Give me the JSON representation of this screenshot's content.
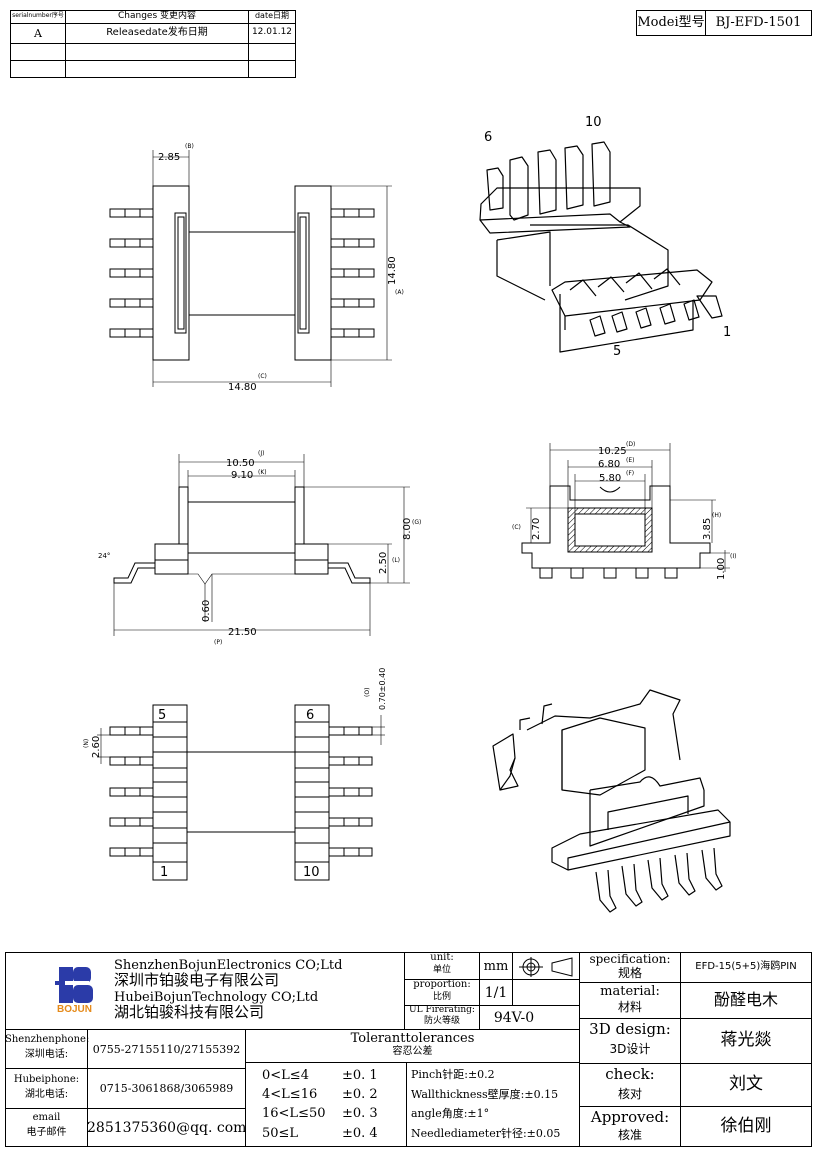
{
  "revision_table": {
    "headers": {
      "serial": "serialnumber序号",
      "changes": "Changes 变更内容",
      "date": "date日期"
    },
    "rows": [
      {
        "serial": "A",
        "changes": "Releasedate发布日期",
        "date": "12.01.12"
      }
    ]
  },
  "model": {
    "label": "Modei型号",
    "value": "BJ-EFD-1501"
  },
  "drawings": {
    "top": {
      "dim_top": "2.85",
      "dim_top_tag": "(B)",
      "dim_height": "14.80",
      "dim_height_tag": "(A)",
      "dim_width": "14.80",
      "dim_width_tag": "(C)"
    },
    "iso_top": {
      "pin_6": "6",
      "pin_10": "10",
      "pin_1": "1",
      "pin_5": "5"
    },
    "side": {
      "dim_j": "10.50",
      "dim_j_tag": "(J)",
      "dim_k": "9.10",
      "dim_k_tag": "(K)",
      "dim_g": "8.00",
      "dim_g_tag": "(G)",
      "dim_l": "2.50",
      "dim_l_tag": "(L)",
      "angle": "24°",
      "dim_bottom": "0.60",
      "dim_p": "21.50",
      "dim_p_tag": "(P)"
    },
    "front": {
      "dim_d": "10.25",
      "dim_d_tag": "(D)",
      "dim_e": "6.80",
      "dim_e_tag": "(E)",
      "dim_f": "5.80",
      "dim_f_tag": "(F)",
      "dim_c": "2.70",
      "dim_c_tag": "(C)",
      "dim_h": "3.85",
      "dim_h_tag": "(H)",
      "dim_i": "1.00",
      "dim_i_tag": "(I)"
    },
    "bottom": {
      "pin_5": "5",
      "pin_6": "6",
      "pin_1": "1",
      "pin_10": "10",
      "dim_pitch": "2.60",
      "dim_pitch_tag": "(N)",
      "dim_pin": "0.70±0.40",
      "dim_pin_tag": "(O)"
    }
  },
  "title_block": {
    "company_en_1": "ShenzhenBojunElectronics CO;Ltd",
    "company_cn_1": "深圳市铂骏电子有限公司",
    "company_en_2": "HubeiBojunTechnology CO;Ltd",
    "company_cn_2": "湖北铂骏科技有限公司",
    "logo_text": "BOJUN",
    "unit_label": "unit:",
    "unit_label_cn": "单位",
    "unit_value": "mm",
    "proportion_label": "proportion:",
    "proportion_label_cn": "比例",
    "proportion_value": "1/1",
    "fire_label": "UL Firerating:",
    "fire_label_cn": "防火等级",
    "fire_value": "94V-0",
    "spec_label": "specification:",
    "spec_label_cn": "规格",
    "spec_value": "EFD-15(5+5)海鸥PIN",
    "material_label": "material:",
    "material_label_cn": "材料",
    "material_value": "酚醛电木",
    "design_label": "3D design:",
    "design_label_cn": "3D设计",
    "design_value": "蒋光燚",
    "check_label": "check:",
    "check_label_cn": "核对",
    "check_value": "刘文",
    "approved_label": "Approved:",
    "approved_label_cn": "核准",
    "approved_value": "徐伯刚",
    "contacts": [
      {
        "label": "Shenzhenphone:",
        "label_cn": "深圳电话:",
        "value": "0755-27155110/27155392"
      },
      {
        "label": "Hubeiphone:",
        "label_cn": "湖北电话:",
        "value": "0715-3061868/3065989"
      },
      {
        "label": "email",
        "label_cn": "电子邮件",
        "value": "2851375360@qq. com"
      }
    ],
    "tolerances_title": "Toleranttolerances",
    "tolerances_title_cn": "容忍公差",
    "tolerances": [
      {
        "range": "0<L≤4",
        "value": "±0. 1"
      },
      {
        "range": "4<L≤16",
        "value": "±0. 2"
      },
      {
        "range": "16<L≤50",
        "value": "±0. 3"
      },
      {
        "range": "50≤L",
        "value": "±0. 4"
      }
    ],
    "tolerance_notes": [
      "Pinch针距:±0.2",
      "Wallthickness壁厚度:±0.15",
      "angle角度:±1°",
      "Needlediameter针径:±0.05"
    ]
  }
}
